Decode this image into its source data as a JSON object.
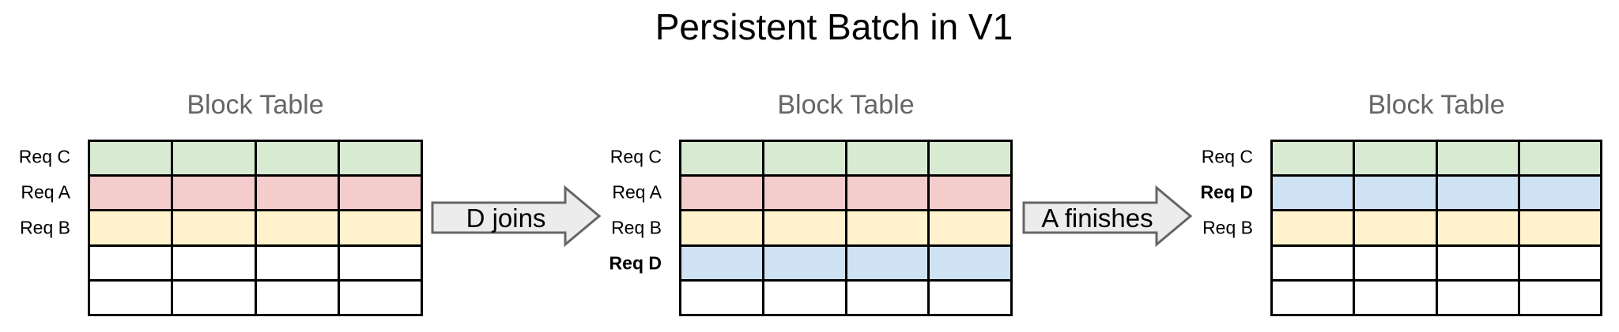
{
  "title": "Persistent Batch in V1",
  "colors": {
    "green": "#d9ead3",
    "red": "#f4cccc",
    "yellow": "#fff2cc",
    "blue": "#cfe2f3",
    "white": "#ffffff",
    "arrow_fill": "#ececec",
    "arrow_stroke": "#666666",
    "heading_text": "#666666",
    "grid_border": "#000000"
  },
  "diagrams": [
    {
      "heading": "Block Table",
      "columns": 4,
      "rows": [
        {
          "label": "Req C",
          "bold": false,
          "color": "green"
        },
        {
          "label": "Req A",
          "bold": false,
          "color": "red"
        },
        {
          "label": "Req B",
          "bold": false,
          "color": "yellow"
        },
        {
          "label": "",
          "bold": false,
          "color": "white"
        },
        {
          "label": "",
          "bold": false,
          "color": "white"
        }
      ]
    },
    {
      "heading": "Block Table",
      "columns": 4,
      "rows": [
        {
          "label": "Req C",
          "bold": false,
          "color": "green"
        },
        {
          "label": "Req A",
          "bold": false,
          "color": "red"
        },
        {
          "label": "Req B",
          "bold": false,
          "color": "yellow"
        },
        {
          "label": "Req D",
          "bold": true,
          "color": "blue"
        },
        {
          "label": "",
          "bold": false,
          "color": "white"
        }
      ]
    },
    {
      "heading": "Block Table",
      "columns": 4,
      "rows": [
        {
          "label": "Req C",
          "bold": false,
          "color": "green"
        },
        {
          "label": "Req D",
          "bold": true,
          "color": "blue"
        },
        {
          "label": "Req B",
          "bold": false,
          "color": "yellow"
        },
        {
          "label": "",
          "bold": false,
          "color": "white"
        },
        {
          "label": "",
          "bold": false,
          "color": "white"
        }
      ]
    }
  ],
  "arrows": [
    {
      "label": "D joins"
    },
    {
      "label": "A finishes"
    }
  ]
}
